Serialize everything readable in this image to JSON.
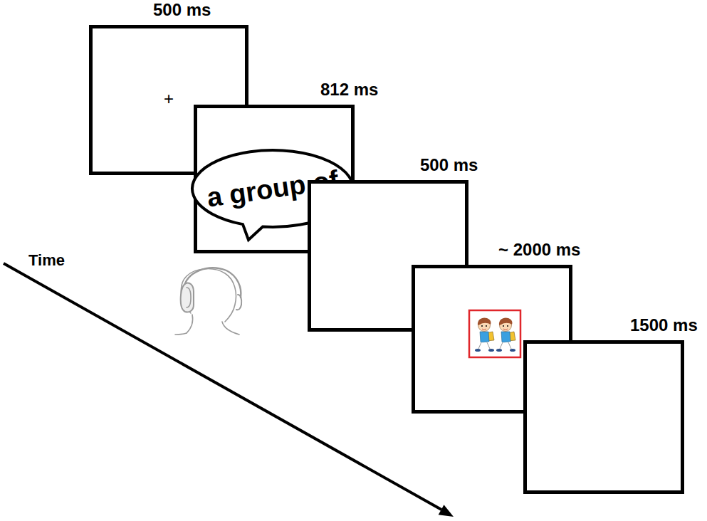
{
  "diagram": {
    "nodes": [
      {
        "text": [
          "500 ms",
          "+"
        ]
      },
      {
        "text": [
          "812 ms"
        ]
      },
      {
        "text": [
          "a group of"
        ],
        "in": 1
      },
      {
        "text": [
          "500 ms"
        ]
      },
      {
        "text": [
          "~ 2000 ms"
        ]
      },
      {
        "text": [
          "1500 ms"
        ]
      }
    ],
    "labels": [
      "Time"
    ]
  }
}
